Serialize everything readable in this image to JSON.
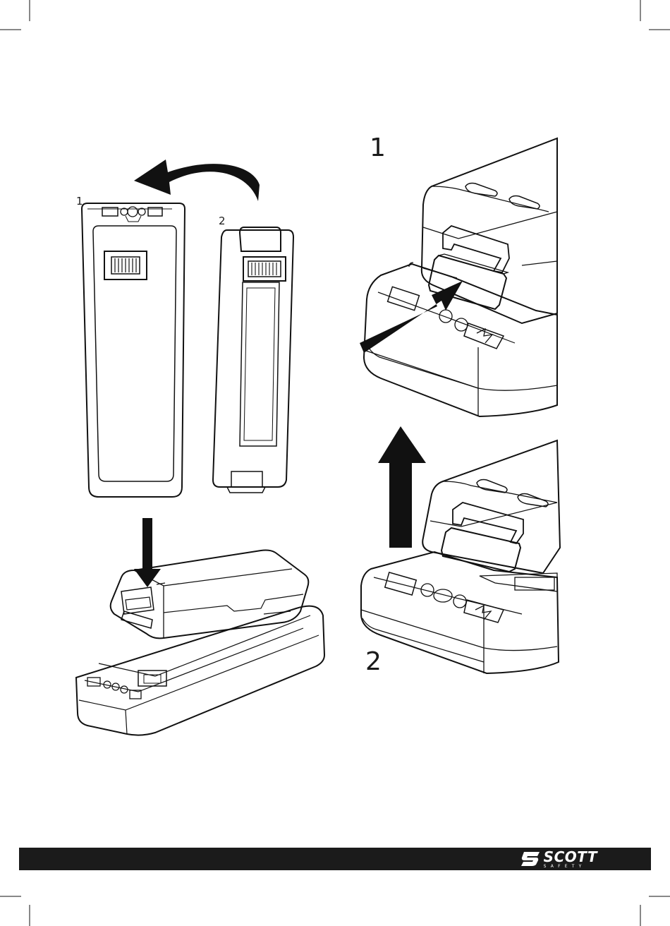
{
  "figure": {
    "panel_a": {
      "label_1": "1",
      "label_2": "2"
    },
    "panel_b": {
      "label_1": "1",
      "label_2": "2"
    }
  },
  "footer": {
    "background_color": "#1b1b1b",
    "brand_name": "SCOTT",
    "brand_sub": "SAFETY",
    "logo_icon": "scott-logo-mark-icon"
  }
}
